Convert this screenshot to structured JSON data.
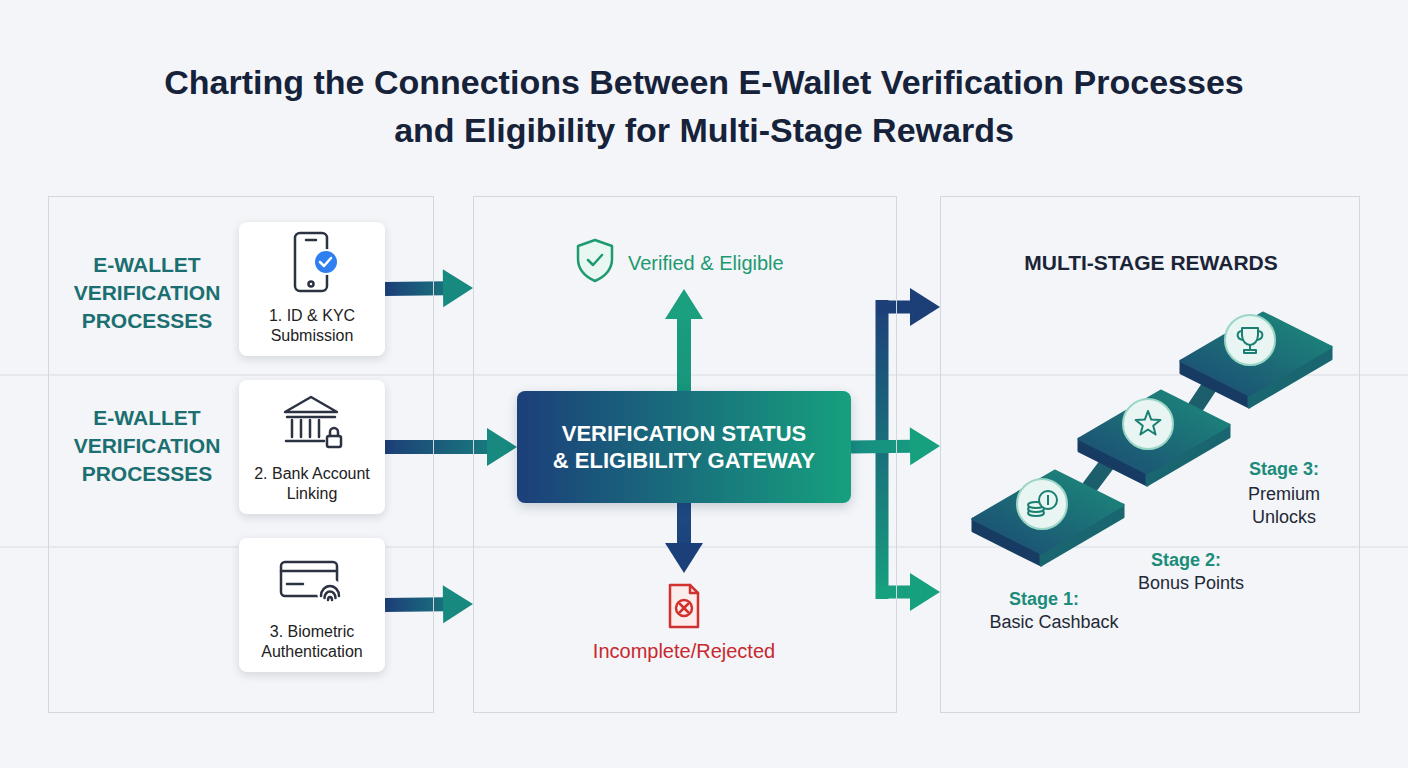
{
  "diagram": {
    "title": "Charting the Connections Between E-Wallet Verification Processes and Eligibility for Multi-Stage Rewards",
    "nodes": [
      {
        "text": [
          "E-WALLET VERIFICATION PROCESSES",
          "E-WALLET VERIFICATION PROCESSES"
        ]
      },
      {
        "text": [
          "1. ID & KYC Submission"
        ],
        "in": 0
      },
      {
        "text": [
          "2. Bank Account Linking"
        ],
        "in": 0
      },
      {
        "text": [
          "3. Biometric Authentication"
        ],
        "in": 0
      },
      {
        "text": []
      },
      {
        "text": [
          "Verified & Eligible"
        ],
        "in": 4
      },
      {
        "text": [
          "VERIFICATION STATUS & ELIGIBILITY GATEWAY"
        ],
        "in": 4
      },
      {
        "text": [
          "Incomplete/Rejected"
        ],
        "in": 4
      },
      {
        "text": [
          "MULTI-STAGE REWARDS"
        ]
      },
      {
        "text": [
          "Stage 1:",
          "Basic Cashback"
        ],
        "in": 8
      },
      {
        "text": [
          "Stage 2:",
          "Bonus Points"
        ],
        "in": 8
      },
      {
        "text": [
          "Stage 3:",
          "Premium Unlocks"
        ],
        "in": 8
      }
    ],
    "edges": [
      {
        "from": 1,
        "to": 4,
        "arrow": "to"
      },
      {
        "from": 2,
        "to": 6,
        "arrow": "to"
      },
      {
        "from": 3,
        "to": 4,
        "arrow": "to"
      },
      {
        "from": 6,
        "to": 5,
        "arrow": "to"
      },
      {
        "from": 6,
        "to": 7,
        "arrow": "to"
      },
      {
        "from": 6,
        "to": 8,
        "arrow": "to"
      },
      {
        "from": 9,
        "to": 10,
        "arrow": "none"
      },
      {
        "from": 10,
        "to": 11,
        "arrow": "none"
      }
    ]
  }
}
